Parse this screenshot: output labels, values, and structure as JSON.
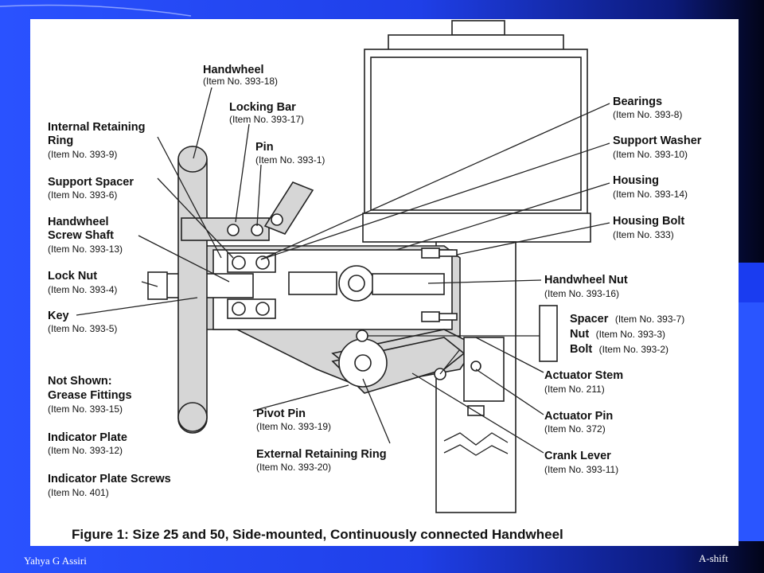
{
  "footer": {
    "author": "Yahya G Assiri",
    "shift": "A-shift"
  },
  "figure": {
    "caption": "Figure 1: Size 25 and 50, Side-mounted, Continuously connected Handwheel",
    "labels_left": [
      {
        "title": "Handwheel",
        "item": "(Item No. 393-18)"
      },
      {
        "title": "Locking Bar",
        "item": "(Item No. 393-17)"
      },
      {
        "title_lines": [
          "Internal Retaining",
          "Ring"
        ],
        "item": "(Item No. 393-9)"
      },
      {
        "title": "Pin",
        "item": "(Item No. 393-1)"
      },
      {
        "title": "Support Spacer",
        "item": "(Item No. 393-6)"
      },
      {
        "title_lines": [
          "Handwheel",
          "Screw Shaft"
        ],
        "item": "(Item No. 393-13)"
      },
      {
        "title": "Lock Nut",
        "item": "(Item No. 393-4)"
      },
      {
        "title": "Key",
        "item": "(Item No. 393-5)"
      },
      {
        "title_lines": [
          "Not Shown:",
          "Grease Fittings"
        ],
        "item": "(Item No. 393-15)"
      },
      {
        "title": "Indicator Plate",
        "item": "(Item No. 393-12)"
      },
      {
        "title": "Indicator Plate Screws",
        "item": "(Item No. 401)"
      },
      {
        "title": "Pivot Pin",
        "item": "(Item No. 393-19)"
      },
      {
        "title": "External Retaining Ring",
        "item": "(Item No. 393-20)"
      }
    ],
    "labels_right": [
      {
        "title": "Bearings",
        "item": "(Item No. 393-8)"
      },
      {
        "title": "Support Washer",
        "item": "(Item No. 393-10)"
      },
      {
        "title": "Housing",
        "item": "(Item No. 393-14)"
      },
      {
        "title": "Housing Bolt",
        "item": "(Item No. 333)"
      },
      {
        "title": "Handwheel Nut",
        "item": "(Item No. 393-16)"
      },
      {
        "spacer_title": "Spacer",
        "spacer_item": "(Item No. 393-7)",
        "nut_title": "Nut",
        "nut_item": "(Item No. 393-3)",
        "bolt_title": "Bolt",
        "bolt_item": "(Item No. 393-2)"
      },
      {
        "title": "Actuator Stem",
        "item": "(Item No. 211)"
      },
      {
        "title": "Actuator Pin",
        "item": "(Item No. 372)"
      },
      {
        "title": "Crank Lever",
        "item": "(Item No. 393-11)"
      }
    ]
  }
}
